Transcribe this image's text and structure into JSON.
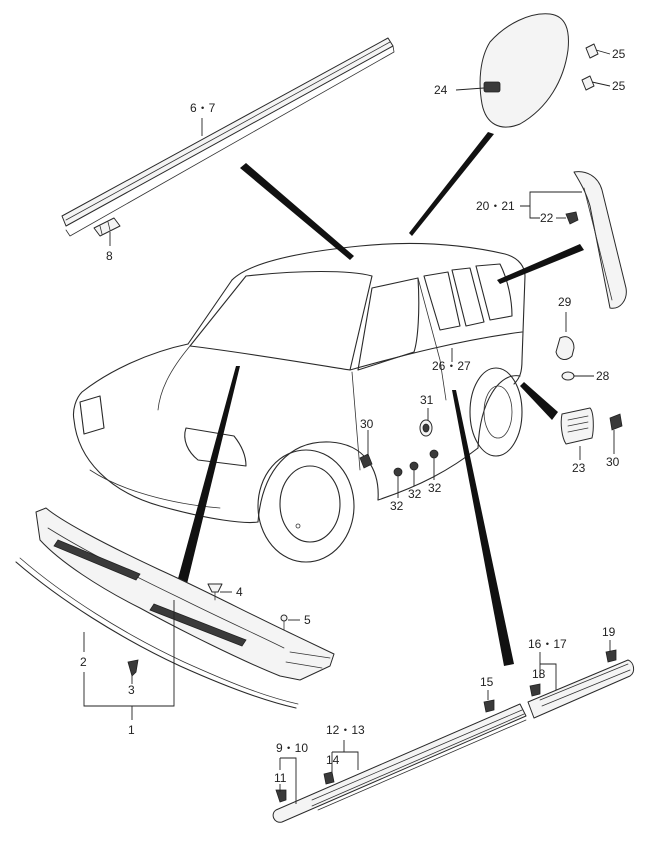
{
  "labels": {
    "p1": "1",
    "p2": "2",
    "p3": "3",
    "p4": "4",
    "p5": "5",
    "p6_7": "6・7",
    "p8": "8",
    "p9_10": "9・10",
    "p11": "11",
    "p12_13": "12・13",
    "p14": "14",
    "p15": "15",
    "p16_17": "16・17",
    "p18": "18",
    "p19": "19",
    "p20_21": "20・21",
    "p22": "22",
    "p23": "23",
    "p24": "24",
    "p25a": "25",
    "p25b": "25",
    "p26_27": "26・27",
    "p28": "28",
    "p29": "29",
    "p30a": "30",
    "p30b": "30",
    "p31": "31",
    "p32a": "32",
    "p32b": "32",
    "p32c": "32"
  },
  "icons": {
    "vehicle": "suv-outline-drawing",
    "clip": "push-clip-icon",
    "grommet": "grommet-icon"
  },
  "colors": {
    "line": "#2a2a2a",
    "pointer": "#111111",
    "background": "#ffffff"
  }
}
